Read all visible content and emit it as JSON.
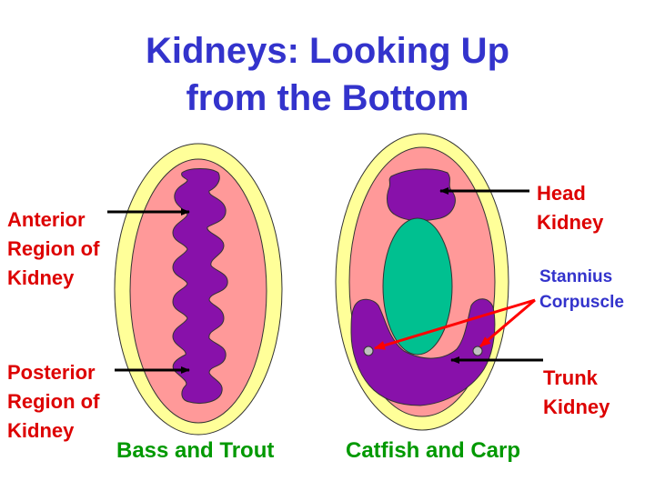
{
  "title": {
    "line1": "Kidneys: Looking Up",
    "line2": "from the Bottom"
  },
  "labels": {
    "anterior": [
      "Anterior",
      "Region of",
      "Kidney"
    ],
    "posterior": [
      "Posterior",
      "Region of",
      "Kidney"
    ],
    "head_kidney": [
      "Head",
      "Kidney"
    ],
    "stannius": [
      "Stannius",
      "Corpuscle"
    ],
    "trunk_kidney": [
      "Trunk",
      "Kidney"
    ]
  },
  "captions": {
    "left": "Bass and Trout",
    "right": "Catfish and Carp"
  },
  "colors": {
    "title": "#3333cc",
    "label_red": "#dd0000",
    "label_blue": "#3333cc",
    "caption_green": "#009900",
    "outer_oval": "#ffff99",
    "inner_oval": "#ff9999",
    "kidney": "#8811aa",
    "gut": "#00c090",
    "corpuscle": "#c0c0c0",
    "arrow_black": "#000000",
    "arrow_red": "#ff0000"
  }
}
